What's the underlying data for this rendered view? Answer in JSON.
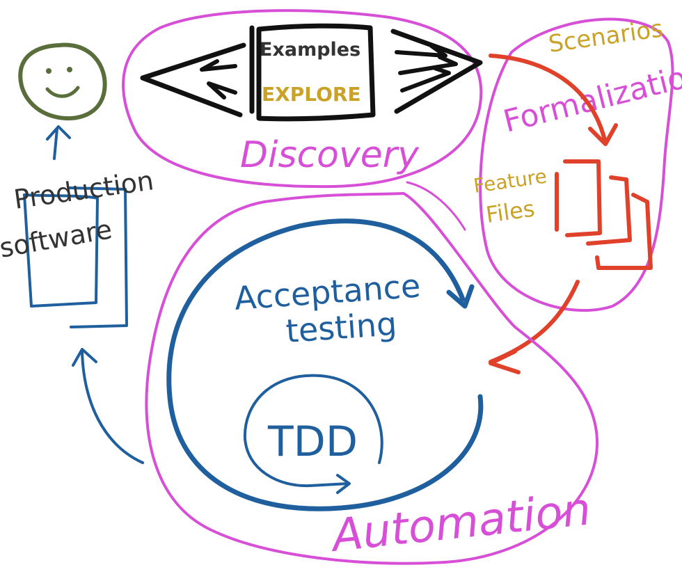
{
  "diagram": {
    "colors": {
      "magenta": "#d64fd6",
      "blue": "#1f5f9e",
      "red": "#e0412b",
      "gold": "#c9a227",
      "black": "#111111",
      "green": "#5a6e3c",
      "dark": "#333333"
    },
    "nodes": {
      "examples": "Examples",
      "explore": "EXPLORE",
      "discovery": "Discovery",
      "scenarios": "Scenarios",
      "formalization": "Formalization",
      "feature": "Feature",
      "files": "Files",
      "acceptance": "Acceptance",
      "testing": "testing",
      "tdd": "TDD",
      "automation": "Automation",
      "production": "Production",
      "software": "software"
    }
  }
}
